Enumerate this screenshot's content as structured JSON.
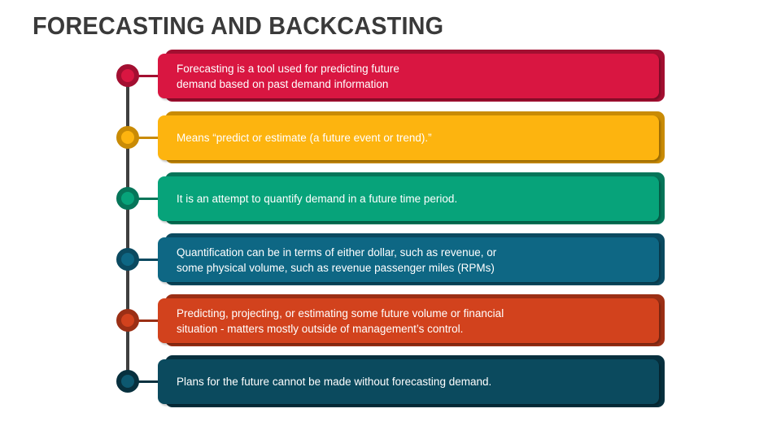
{
  "title": "FORECASTING AND BACKCASTING",
  "items": [
    {
      "text": "Forecasting is a tool used for predicting future\ndemand based on past demand information",
      "color": "#D91641",
      "dark": "#A30F31",
      "node_fill": "#D91641"
    },
    {
      "text": "Means “predict or estimate (a future event or trend).”",
      "color": "#FDB40F",
      "dark": "#C98B05",
      "node_fill": "#FDB40F"
    },
    {
      "text": "It is an attempt to quantify demand in a future time period.",
      "color": "#07A37A",
      "dark": "#067559",
      "node_fill": "#07A37A"
    },
    {
      "text": "Quantification can be in terms of either dollar, such as revenue, or\nsome physical volume, such as revenue passenger miles (RPMs)",
      "color": "#0E6784",
      "dark": "#0B4A60",
      "node_fill": "#0E6784"
    },
    {
      "text": "Predicting, projecting, or estimating some future volume or financial\nsituation - matters mostly outside of management’s control.",
      "color": "#D2421D",
      "dark": "#9B2F15",
      "node_fill": "#D2421D"
    },
    {
      "text": "Plans for the future cannot be made without forecasting demand.",
      "color": "#0B4A5E",
      "dark": "#07303E",
      "node_fill": "#0D5870"
    }
  ]
}
